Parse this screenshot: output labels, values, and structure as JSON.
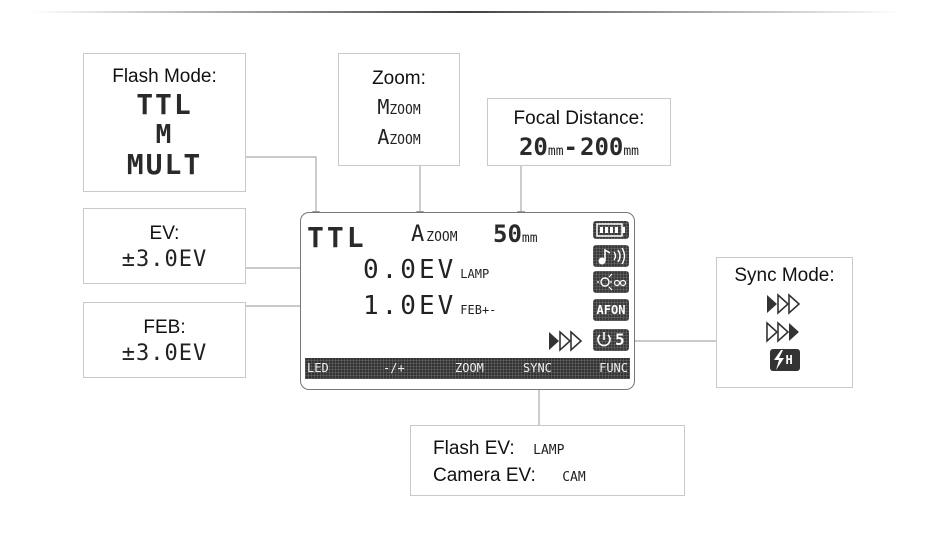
{
  "flash_mode": {
    "title": "Flash Mode:",
    "options": [
      "TTL",
      "M",
      "MULT"
    ]
  },
  "zoom": {
    "title": "Zoom:",
    "options": [
      {
        "letter": "M",
        "suffix": "ZOOM"
      },
      {
        "letter": "A",
        "suffix": "ZOOM"
      }
    ]
  },
  "focal": {
    "title": "Focal Distance:",
    "min": "20",
    "max": "200",
    "unit": "mm",
    "separator": "-"
  },
  "ev": {
    "title": "EV:",
    "range": "±3.0EV"
  },
  "feb": {
    "title": "FEB:",
    "range": "±3.0EV"
  },
  "sync_mode": {
    "title": "Sync Mode:",
    "options": [
      "front-curtain-sync-icon",
      "rear-curtain-sync-icon",
      "high-speed-sync-icon"
    ],
    "hss_label": "H"
  },
  "ev_source": {
    "flash_label": "Flash EV:",
    "flash_value": "LAMP",
    "camera_label": "Camera EV:",
    "camera_value": "CAM"
  },
  "lcd": {
    "mode": "TTL",
    "zoom_letter": "A",
    "zoom_suffix": "ZOOM",
    "focal_value": "50",
    "focal_unit": "mm",
    "ev_value": "0.0EV",
    "ev_tag": "LAMP",
    "feb_value": "1.0EV",
    "feb_tag": "FEB+-",
    "icons": [
      "battery-icon",
      "sound-icon",
      "focus-assist-icon",
      "af-on-icon",
      "power-save-icon"
    ],
    "af_label": "AFON",
    "power_label": "5",
    "softkeys": [
      "LED",
      "-/+",
      "ZOOM",
      "SYNC",
      "FUNC"
    ]
  },
  "colors": {
    "lcd_segment": "#2a2a2a",
    "connector": "#aaaaaa",
    "box_border": "#c9c9c9"
  }
}
